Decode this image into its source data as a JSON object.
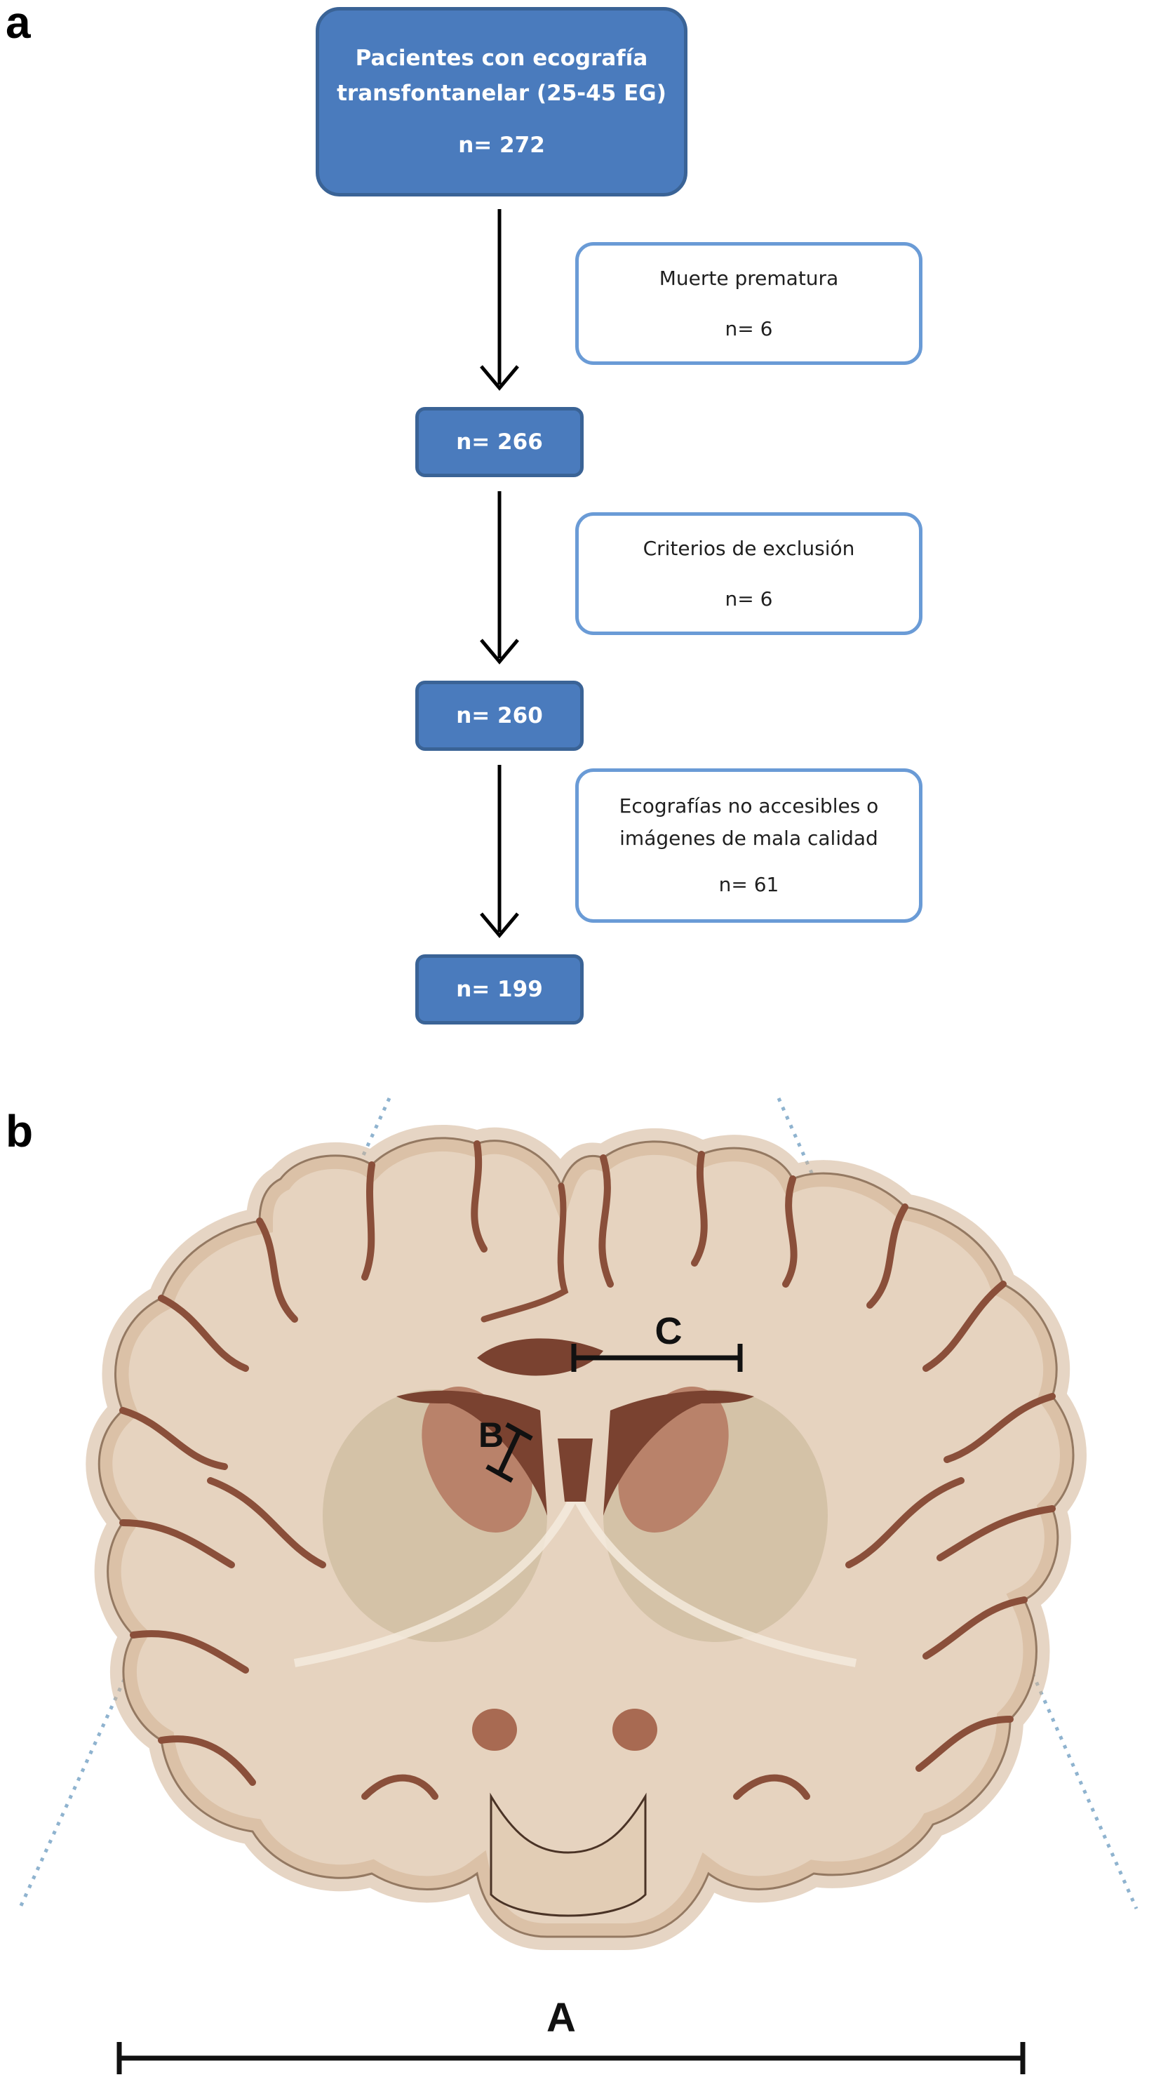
{
  "panel_a": {
    "letter": "a",
    "start_box": {
      "line1": "Pacientes con ecografía",
      "line2": "transfontanelar (25-45 EG)",
      "count": "n= 272"
    },
    "exclusion_1": {
      "label": "Muerte prematura",
      "count": "n= 6"
    },
    "step_1": {
      "count": "n= 266"
    },
    "exclusion_2": {
      "label": "Criterios de exclusión",
      "count": "n= 6"
    },
    "step_2": {
      "count": "n= 260"
    },
    "exclusion_3": {
      "line1": "Ecografías no accesibles o",
      "line2": "imágenes de mala calidad",
      "count": "n= 61"
    },
    "step_3": {
      "count": "n= 199"
    }
  },
  "panel_b": {
    "letter": "b",
    "measure_a": "A",
    "measure_b": "B",
    "measure_c": "C"
  },
  "colors": {
    "primary_fill": "#4a7bbd",
    "primary_border": "#3a6396",
    "secondary_border": "#6a9bd6",
    "brain_tissue": "#e6d3bf",
    "brain_cortex": "#d9b99a",
    "ventricle": "#7a4230",
    "dotted_line": "#8fb3cf"
  }
}
